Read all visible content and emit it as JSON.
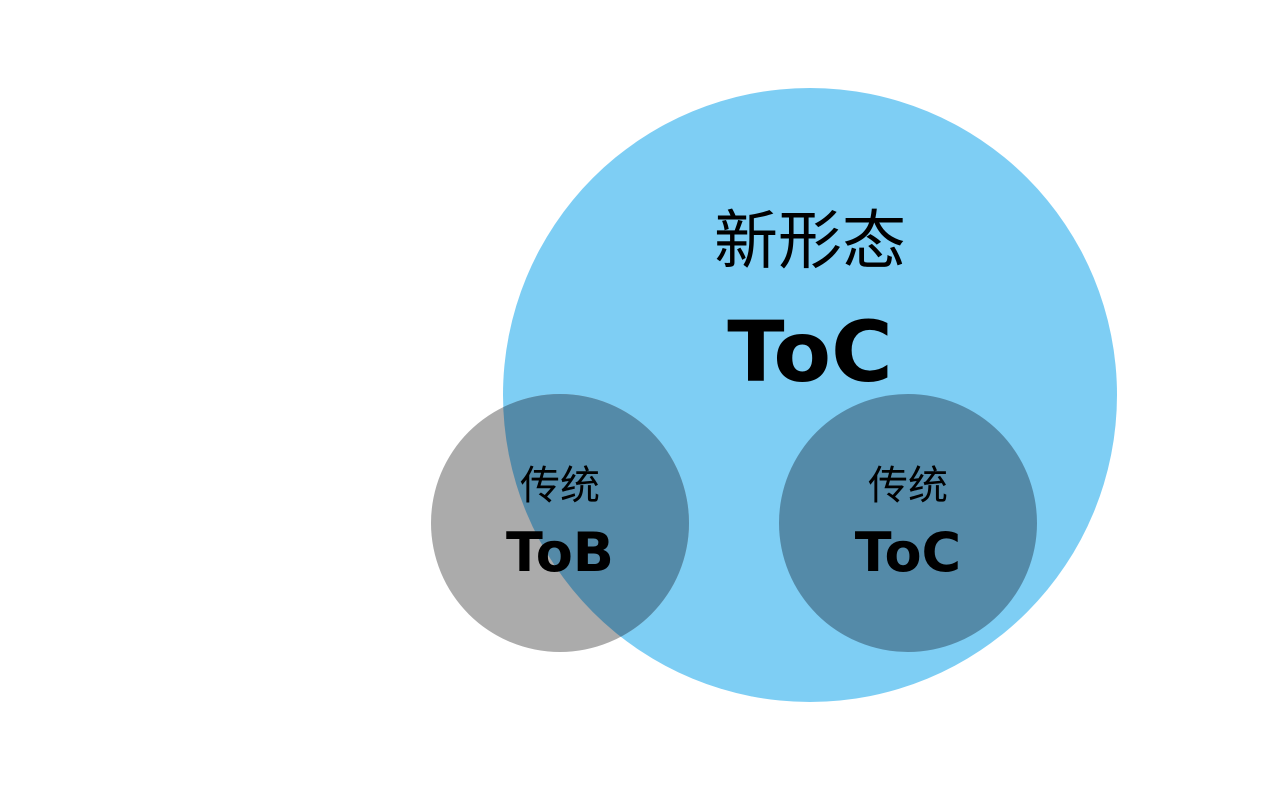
{
  "diagram": {
    "type": "venn",
    "colors": {
      "big_circle": "#7ECEF4",
      "tob_circle": "#ABABAB",
      "overlap": "#548AA8",
      "toc_circle": "#548AA8",
      "text": "#000000",
      "background": "#FFFFFF"
    },
    "big": {
      "title": "新形态",
      "subtitle": "ToC"
    },
    "left": {
      "title": "传统",
      "subtitle": "ToB"
    },
    "right": {
      "title": "传统",
      "subtitle": "ToC"
    }
  }
}
